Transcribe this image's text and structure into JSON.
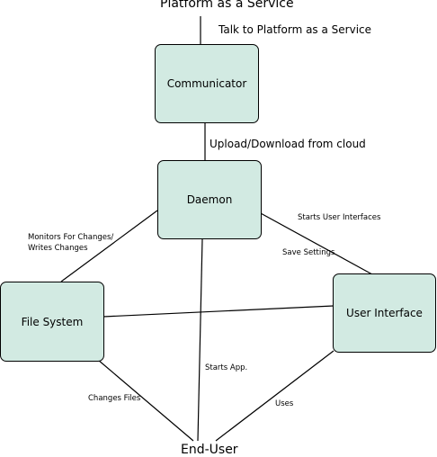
{
  "nodes": {
    "communicator": "Communicator",
    "daemon": "Daemon",
    "file_system": "File System",
    "user_interface": "User Interface"
  },
  "terminals": {
    "platform": "Platform as a Service",
    "end_user": "End-User"
  },
  "edge_labels": {
    "talk_to_platform": "Talk to Platform as a Service",
    "upload_download": "Upload/Download from cloud",
    "monitors_line1": "Monitors For Changes/",
    "monitors_line2": "Writes Changes",
    "starts_user_interfaces": "Starts User Interfaces",
    "save_settings": "Save Settings",
    "starts_app": "Starts App.",
    "changes_files": "Changes Files",
    "uses": "Uses"
  },
  "colors": {
    "node_fill": "#d2eae2",
    "stroke": "#000000"
  }
}
